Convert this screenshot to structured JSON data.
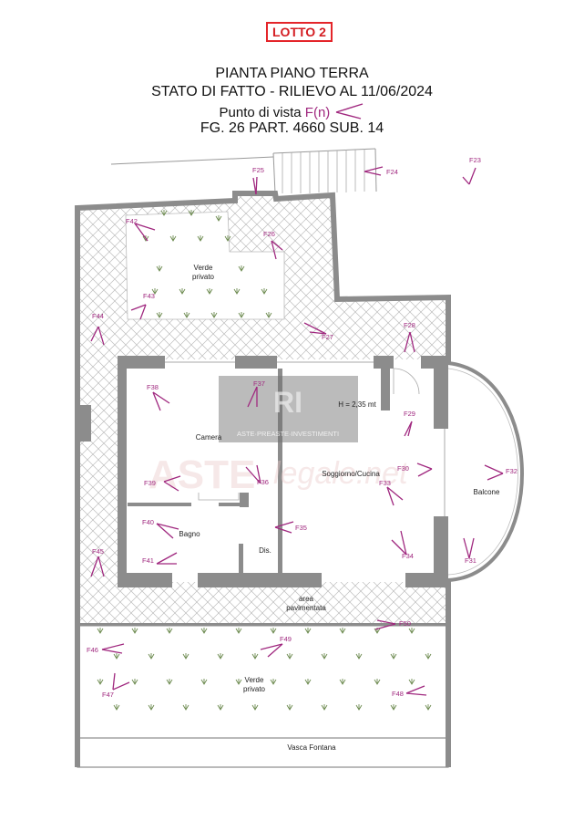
{
  "header": {
    "lot": "LOTTO 2",
    "title": "PIANTA PIANO TERRA",
    "subtitle": "STATO DI FATTO - RILIEVO AL 11/06/2024",
    "viewpoint_label": "Punto di vista",
    "viewpoint_code": "F(n)",
    "cadastral": "FG. 26 PART. 4660 SUB. 14"
  },
  "rooms": {
    "verde_top": "Verde",
    "verde_top_2": "privato",
    "camera": "Camera",
    "height": "H = 2,35 mt",
    "soggiorno": "Soggiorno/Cucina",
    "balcone": "Balcone",
    "bagno": "Bagno",
    "dis": "Dis.",
    "area": "area",
    "area_2": "pavimentata",
    "verde_bottom": "Verde",
    "verde_bottom_2": "privato",
    "vasca": "Vasca Fontana"
  },
  "watermark": {
    "brand_initials": "RI",
    "brand": "ASTE·PREASTE·INVESTIMENTI",
    "site_a": "ASTE",
    "site_b": "legale.net"
  },
  "viewpoints": [
    {
      "id": "F23",
      "label": "F23"
    },
    {
      "id": "F24",
      "label": "F24"
    },
    {
      "id": "F25",
      "label": "F25"
    },
    {
      "id": "F26",
      "label": "F26"
    },
    {
      "id": "F27",
      "label": "F27"
    },
    {
      "id": "F28",
      "label": "F28"
    },
    {
      "id": "F29",
      "label": "F29"
    },
    {
      "id": "F30",
      "label": "F30"
    },
    {
      "id": "F31",
      "label": "F31"
    },
    {
      "id": "F32",
      "label": "F32"
    },
    {
      "id": "F33",
      "label": "F33"
    },
    {
      "id": "F34",
      "label": "F34"
    },
    {
      "id": "F35",
      "label": "F35"
    },
    {
      "id": "F36",
      "label": "F36"
    },
    {
      "id": "F37",
      "label": "F37"
    },
    {
      "id": "F38",
      "label": "F38"
    },
    {
      "id": "F39",
      "label": "F39"
    },
    {
      "id": "F40",
      "label": "F40"
    },
    {
      "id": "F41",
      "label": "F41"
    },
    {
      "id": "F42",
      "label": "F42"
    },
    {
      "id": "F43",
      "label": "F43"
    },
    {
      "id": "F44",
      "label": "F44"
    },
    {
      "id": "F45",
      "label": "F45"
    },
    {
      "id": "F46",
      "label": "F46"
    },
    {
      "id": "F47",
      "label": "F47"
    },
    {
      "id": "F48",
      "label": "F48"
    },
    {
      "id": "F49",
      "label": "F49"
    },
    {
      "id": "F50",
      "label": "F50"
    }
  ],
  "colors": {
    "viewpoint": "#a0287f",
    "wall": "#8c8c8c",
    "lot_border": "#e4252a"
  }
}
